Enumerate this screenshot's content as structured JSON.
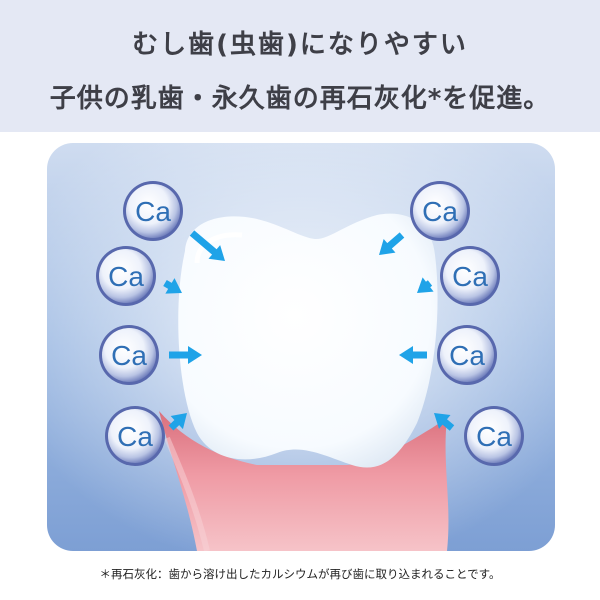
{
  "headline": {
    "line1": "むし歯(虫歯)になりやすい",
    "line2": "子供の乳歯・永久歯の再石灰化*を促進。"
  },
  "illustration": {
    "ion_label": "Ca",
    "ion_count_left": 4,
    "ion_count_right": 4
  },
  "footnote": "＊再石灰化：歯から溶け出したカルシウムが再び歯に取り込まれることです。",
  "colors": {
    "header_bg": "#e4e8f4",
    "panel_bg_top": "#d9e3f2",
    "panel_bg_bottom": "#7fa2d6",
    "gum": "#e88e98",
    "ion_text": "#2f6fb5",
    "arrow": "#1fa3e8"
  }
}
